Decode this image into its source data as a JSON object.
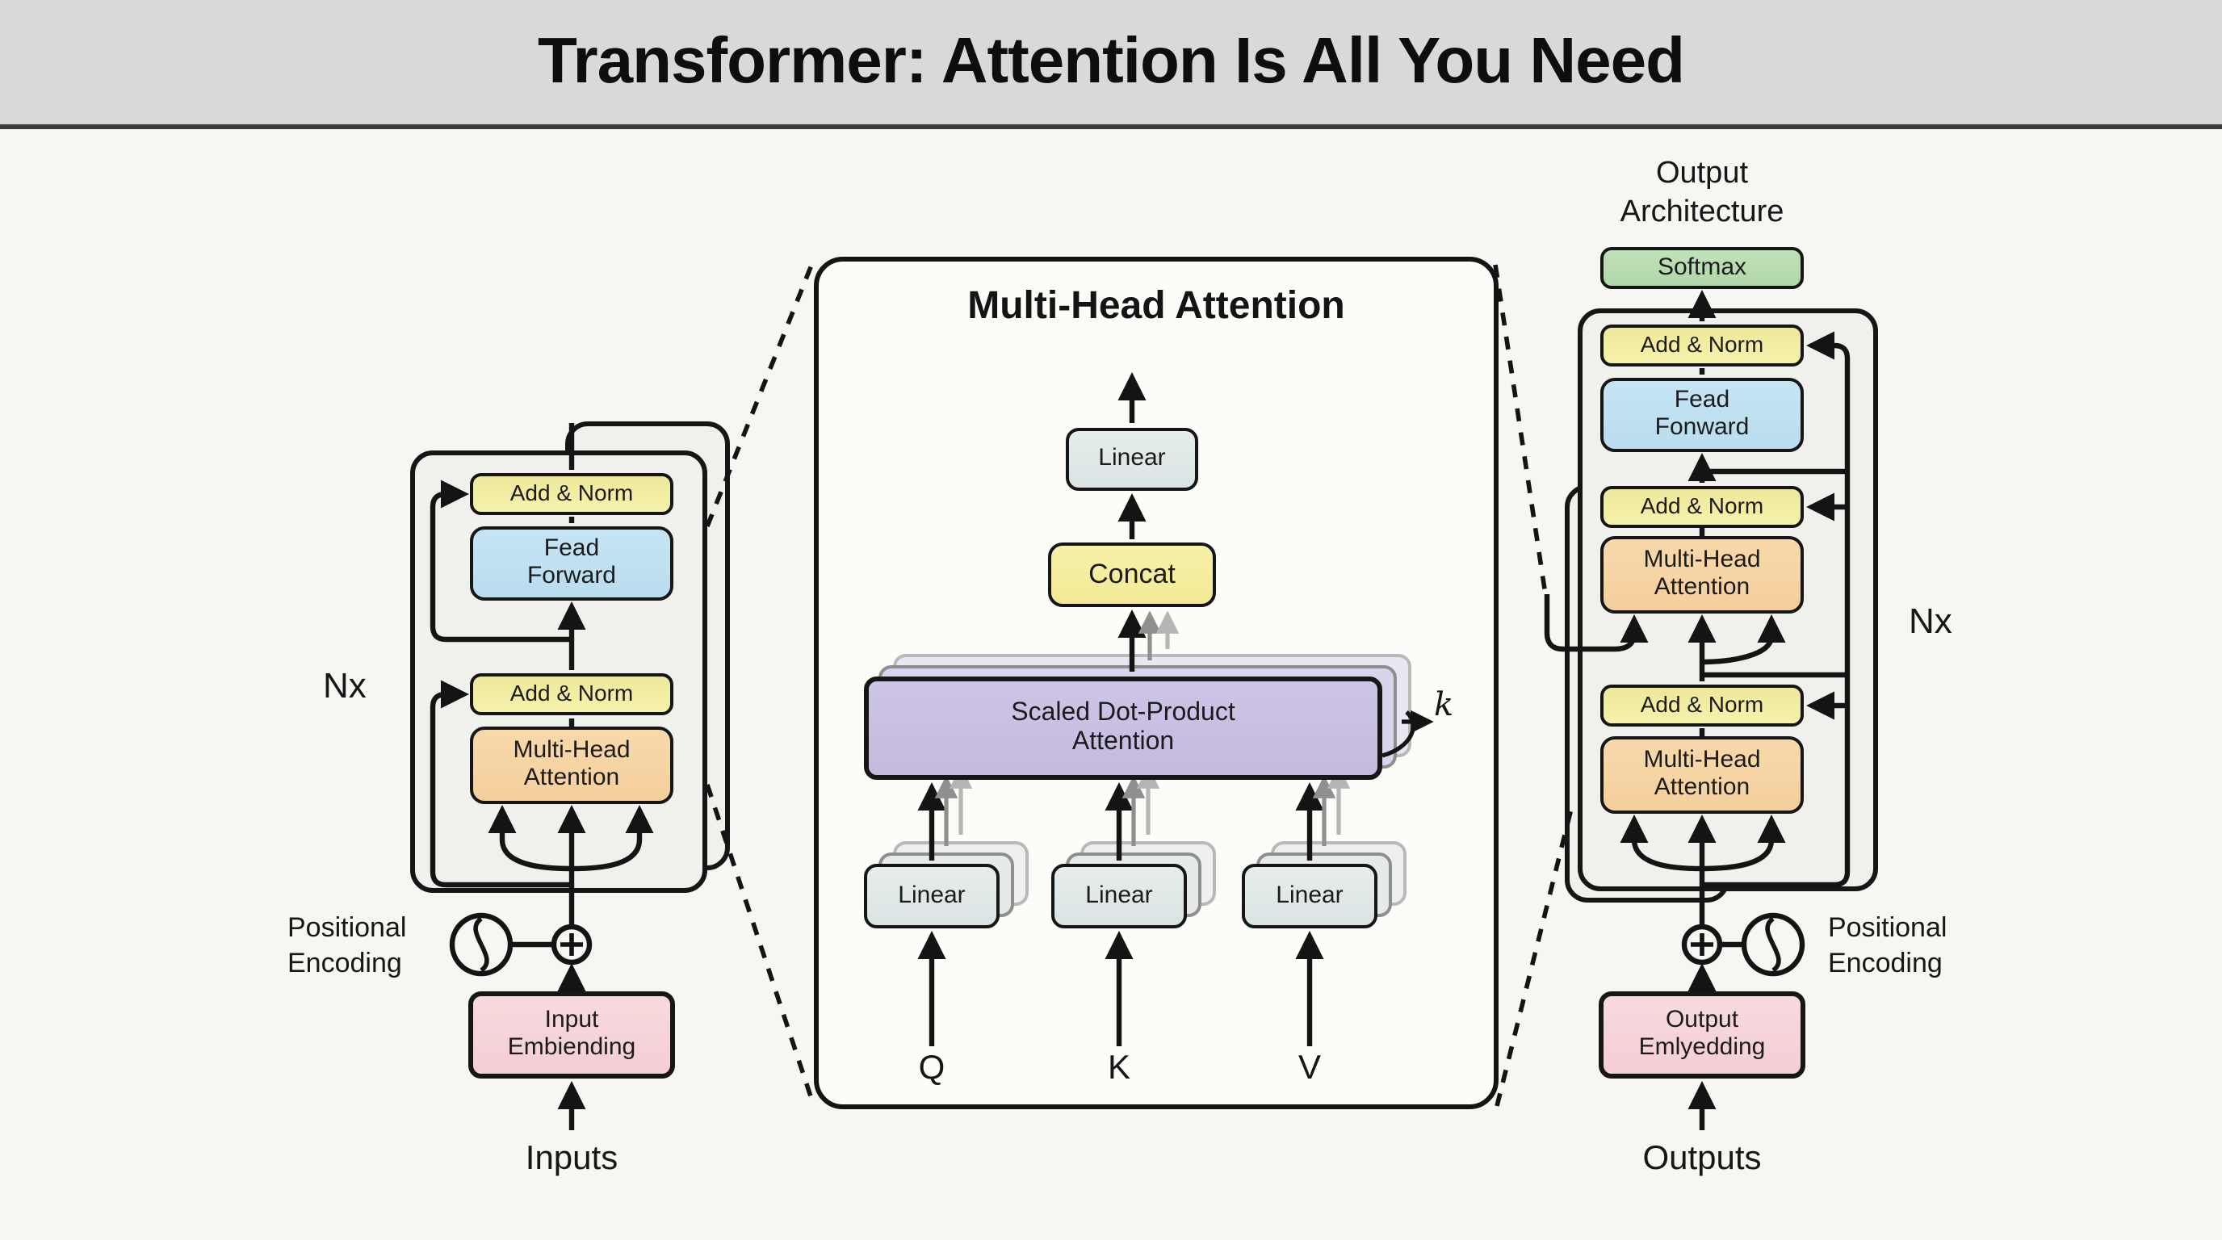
{
  "header": {
    "title": "Transformer: Attention Is All You Need"
  },
  "encoder": {
    "nx": "Nx",
    "add_norm_top": "Add & Norm",
    "feed_forward": {
      "line1": "Fead",
      "line2": "Forward"
    },
    "add_norm_bottom": "Add & Norm",
    "attention": {
      "line1": "Multi-Head",
      "line2": "Attention"
    },
    "positional_encoding": {
      "line1": "Positional",
      "line2": "Encoding"
    },
    "embedding": {
      "line1": "Input",
      "line2": "Embiending"
    },
    "source_label": "Inputs"
  },
  "attention_panel": {
    "title": "Multi-Head Attention",
    "output_linear": "Linear",
    "concat": "Concat",
    "scaled_dot_product": {
      "line1": "Scaled Dot-Product",
      "line2": "Attention"
    },
    "heads_label": "k",
    "linear_q": "Linear",
    "linear_k": "Linear",
    "linear_v": "Linear",
    "input_q": "Q",
    "input_k": "K",
    "input_v": "V"
  },
  "decoder": {
    "arch_label": {
      "line1": "Output",
      "line2": "Architecture"
    },
    "softmax": "Softmax",
    "add_norm_top": "Add & Norm",
    "feed_forward": {
      "line1": "Fead",
      "line2": "Fonward"
    },
    "add_norm_mid": "Add & Norm",
    "attention_top": {
      "line1": "Multi-Head",
      "line2": "Attention"
    },
    "add_norm_bottom": "Add & Norm",
    "attention_bottom": {
      "line1": "Multi-Head",
      "line2": "Attention"
    },
    "nx": "Nx",
    "positional_encoding": {
      "line1": "Positional",
      "line2": "Encoding"
    },
    "embedding": {
      "line1": "Output",
      "line2": "Emlyedding"
    },
    "source_label": "Outputs"
  },
  "colors": {
    "header_bg": "#d9d9d9",
    "page_bg": "#f6f6f3",
    "add_norm": "#f0eca0",
    "feed_forward": "#c0e2f2",
    "attention": "#f7d5a4",
    "embedding": "#f6d6da",
    "softmax": "#b9dcb2",
    "scaled_dot_product": "#c9c0e4",
    "linear": "#e0e8e8",
    "concat": "#f5eda3",
    "container_fill": "#f0f0ec",
    "line": "#141414"
  }
}
